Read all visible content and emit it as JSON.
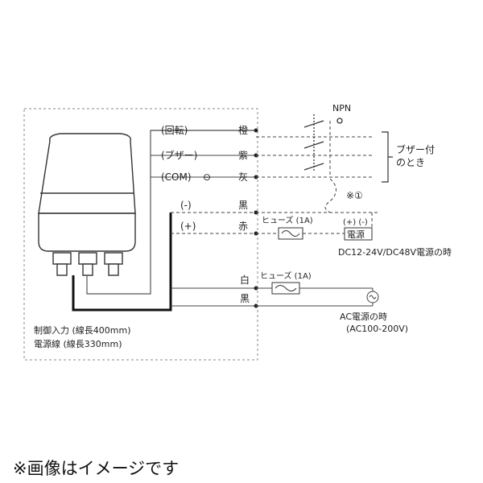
{
  "wires": {
    "rotate_label": "(回転)",
    "rotate_color": "橙",
    "buzzer_label": "(ブザー)",
    "buzzer_color": "紫",
    "com_label": "(COM)",
    "com_symbol": "⊖",
    "com_color": "灰",
    "minus_label": "(-)",
    "minus_color": "黒",
    "plus_label": "(+)",
    "plus_color": "赤",
    "ac_white": "白",
    "ac_black": "黒"
  },
  "labels": {
    "npn": "NPN",
    "buzzer_note_1": "ブザー付",
    "buzzer_note_2": "のとき",
    "note_1": "※①",
    "fuse_dc": "ヒューズ (1A)",
    "fuse_ac": "ヒューズ (1A)",
    "dc_terminals": "(+) (-)",
    "dc_power_box": "電源",
    "dc_power_text": "DC12-24V/DC48V電源の時",
    "ac_power_text_1": "AC電源の時",
    "ac_power_text_2": "(AC100-200V)",
    "control_input": "制御入力 (線長400mm)",
    "power_line": "電源線  (線長330mm)"
  },
  "caption": "※画像はイメージです"
}
